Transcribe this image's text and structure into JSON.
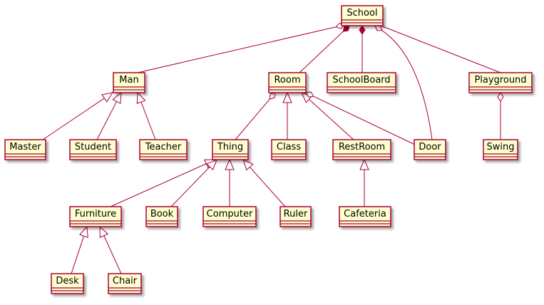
{
  "colors": {
    "class_fill": "#FEFECE",
    "class_border": "#A80036",
    "line": "#A80036",
    "text": "#000000"
  },
  "classes": [
    {
      "id": "school",
      "name": "School"
    },
    {
      "id": "man",
      "name": "Man"
    },
    {
      "id": "room",
      "name": "Room"
    },
    {
      "id": "schoolboard",
      "name": "SchoolBoard"
    },
    {
      "id": "playground",
      "name": "Playground"
    },
    {
      "id": "master",
      "name": "Master"
    },
    {
      "id": "student",
      "name": "Student"
    },
    {
      "id": "teacher",
      "name": "Teacher"
    },
    {
      "id": "thing",
      "name": "Thing"
    },
    {
      "id": "class",
      "name": "Class"
    },
    {
      "id": "restroom",
      "name": "RestRoom"
    },
    {
      "id": "door",
      "name": "Door"
    },
    {
      "id": "swing",
      "name": "Swing"
    },
    {
      "id": "furniture",
      "name": "Furniture"
    },
    {
      "id": "book",
      "name": "Book"
    },
    {
      "id": "computer",
      "name": "Computer"
    },
    {
      "id": "ruler",
      "name": "Ruler"
    },
    {
      "id": "cafeteria",
      "name": "Cafeteria"
    },
    {
      "id": "desk",
      "name": "Desk"
    },
    {
      "id": "chair",
      "name": "Chair"
    }
  ],
  "relations": [
    {
      "from": "school",
      "to": "man",
      "type": "aggregation"
    },
    {
      "from": "school",
      "to": "room",
      "type": "composition"
    },
    {
      "from": "school",
      "to": "schoolboard",
      "type": "composition"
    },
    {
      "from": "school",
      "to": "door",
      "type": "aggregation"
    },
    {
      "from": "school",
      "to": "playground",
      "type": "association"
    },
    {
      "from": "man",
      "to": "master",
      "type": "inheritance"
    },
    {
      "from": "man",
      "to": "student",
      "type": "inheritance"
    },
    {
      "from": "man",
      "to": "teacher",
      "type": "inheritance"
    },
    {
      "from": "room",
      "to": "thing",
      "type": "aggregation"
    },
    {
      "from": "room",
      "to": "class",
      "type": "inheritance"
    },
    {
      "from": "room",
      "to": "restroom",
      "type": "inheritance"
    },
    {
      "from": "room",
      "to": "door",
      "type": "aggregation"
    },
    {
      "from": "playground",
      "to": "swing",
      "type": "aggregation"
    },
    {
      "from": "thing",
      "to": "furniture",
      "type": "inheritance"
    },
    {
      "from": "thing",
      "to": "book",
      "type": "inheritance"
    },
    {
      "from": "thing",
      "to": "computer",
      "type": "inheritance"
    },
    {
      "from": "thing",
      "to": "ruler",
      "type": "inheritance"
    },
    {
      "from": "restroom",
      "to": "cafeteria",
      "type": "inheritance"
    },
    {
      "from": "furniture",
      "to": "desk",
      "type": "inheritance"
    },
    {
      "from": "furniture",
      "to": "chair",
      "type": "inheritance"
    }
  ]
}
